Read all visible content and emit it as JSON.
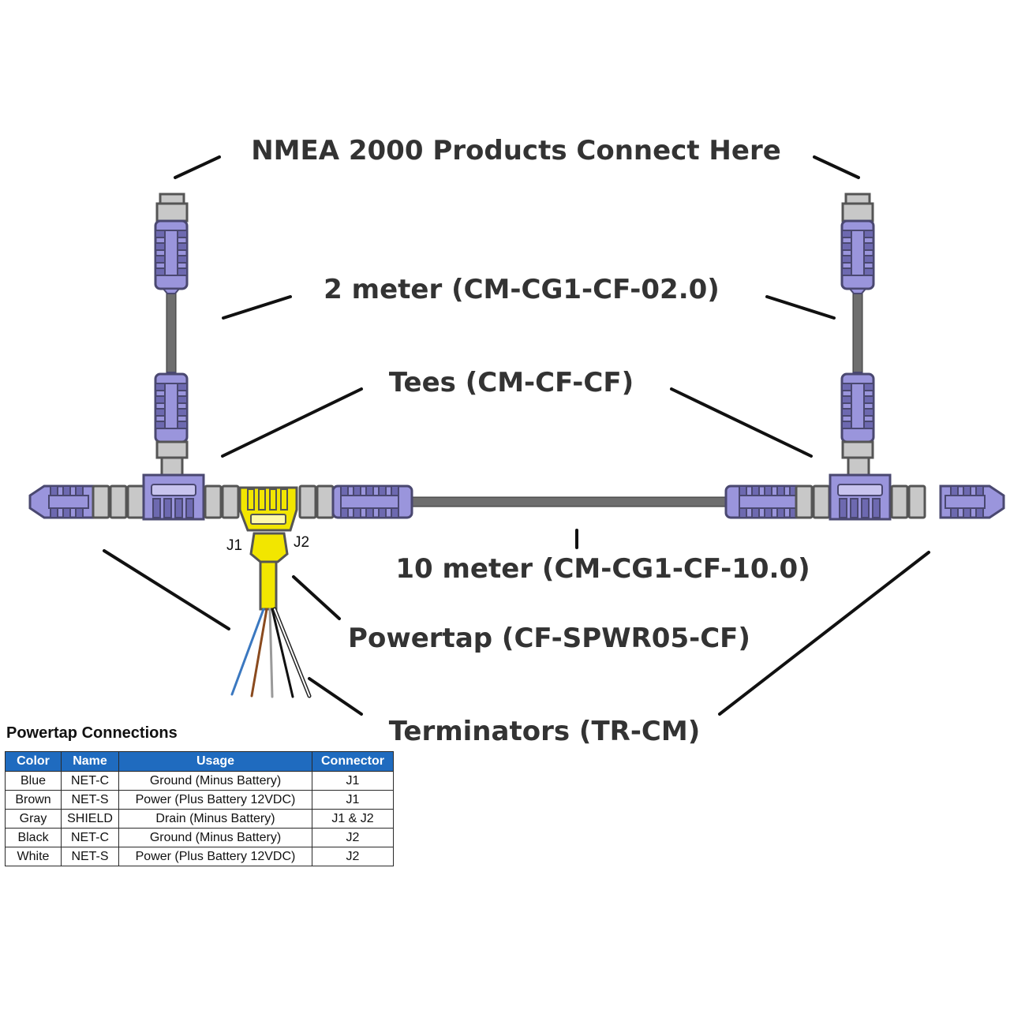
{
  "labels": {
    "products": "NMEA 2000 Products Connect Here",
    "drop": "2 meter (CM-CG1-CF-02.0)",
    "tees": "Tees (CM-CF-CF)",
    "trunk": "10 meter (CM-CG1-CF-10.0)",
    "powertap": "Powertap (CF-SPWR05-CF)",
    "terminators": "Terminators (TR-CM)",
    "j1": "J1",
    "j2": "J2"
  },
  "colors": {
    "connector_body": "#9a95dc",
    "connector_outline": "#4a4870",
    "coupling_gray": "#c8c8c8",
    "cable": "#6e6e6e",
    "powertap": "#f2e600",
    "wire_blue": "#3b78c0",
    "wire_brown": "#8a4a1e",
    "wire_gray": "#9a9a9a",
    "table_header": "#1f6bbf"
  },
  "table": {
    "title": "Powertap Connections",
    "headers": [
      "Color",
      "Name",
      "Usage",
      "Connector"
    ],
    "rows": [
      [
        "Blue",
        "NET-C",
        "Ground (Minus Battery)",
        "J1"
      ],
      [
        "Brown",
        "NET-S",
        "Power (Plus Battery 12VDC)",
        "J1"
      ],
      [
        "Gray",
        "SHIELD",
        "Drain (Minus Battery)",
        "J1 & J2"
      ],
      [
        "Black",
        "NET-C",
        "Ground (Minus Battery)",
        "J2"
      ],
      [
        "White",
        "NET-S",
        "Power (Plus Battery 12VDC)",
        "J2"
      ]
    ]
  }
}
